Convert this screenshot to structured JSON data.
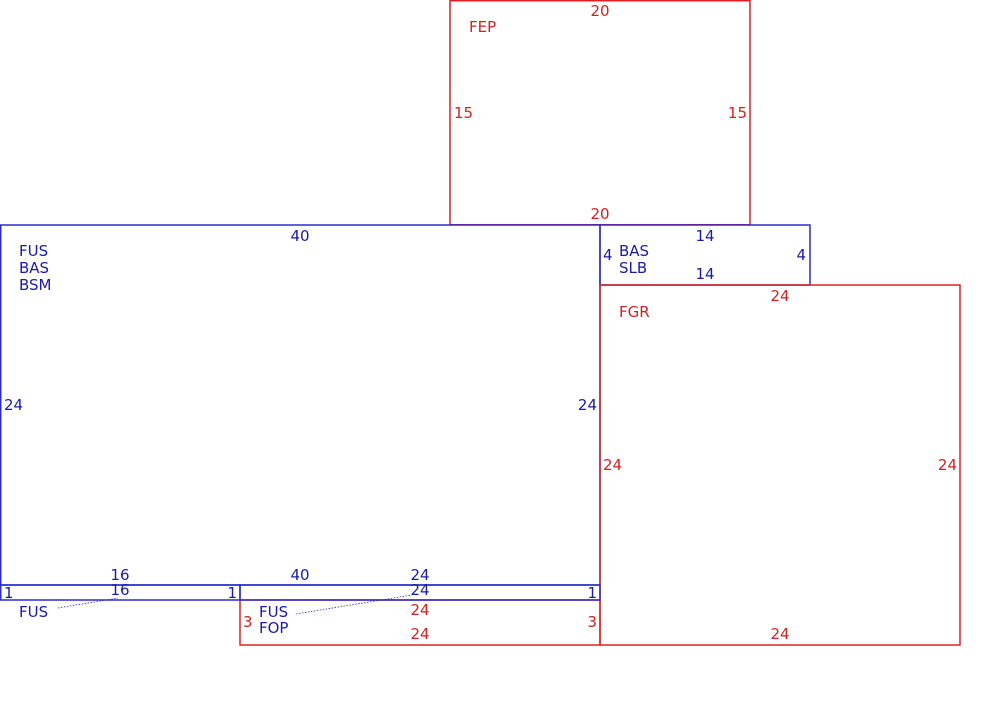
{
  "colors": {
    "blue": "#1a1aa6",
    "red": "#d42020"
  },
  "fep": {
    "label": "FEP",
    "top": "20",
    "bottom": "20",
    "left": "15",
    "right": "15"
  },
  "main": {
    "lines": [
      "FUS",
      "BAS",
      "BSM"
    ],
    "top": "40",
    "left": "24",
    "right": "24"
  },
  "bas_slb": {
    "lines": [
      "BAS",
      "SLB"
    ],
    "top": "14",
    "bottom": "14",
    "left": "4",
    "right": "4"
  },
  "fgr": {
    "label": "FGR",
    "top": "24",
    "bottom": "24",
    "left": "24",
    "right": "24"
  },
  "strip_left": {
    "label": "FUS",
    "top": "16",
    "above": "16",
    "left": "1",
    "right": "1"
  },
  "strip_mid": {
    "top": "40"
  },
  "strip_right": {
    "label": "FUS",
    "top": "24",
    "above": "24",
    "right": "1"
  },
  "fop": {
    "label": "FOP",
    "top": "24",
    "bottom": "24",
    "left": "3",
    "right": "3"
  }
}
